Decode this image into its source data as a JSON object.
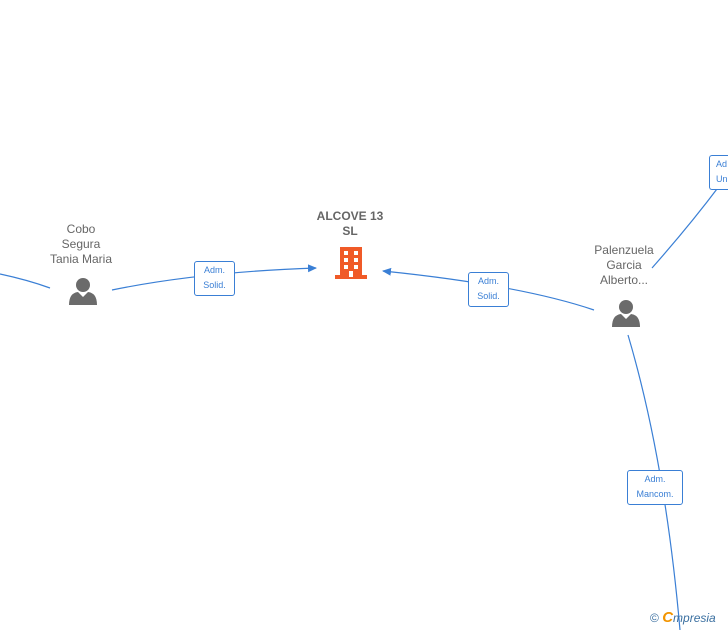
{
  "nodes": {
    "company": {
      "line1": "ALCOVE 13",
      "line2": "SL"
    },
    "person_cobo": {
      "line1": "Cobo",
      "line2": "Segura",
      "line3": "Tania Maria"
    },
    "person_palenzuela": {
      "line1": "Palenzuela",
      "line2": "Garcia",
      "line3": "Alberto..."
    }
  },
  "edges": {
    "cobo_to_company": {
      "line1": "Adm.",
      "line2": "Solid."
    },
    "palenzuela_to_company": {
      "line1": "Adm.",
      "line2": "Solid."
    },
    "palenzuela_down": {
      "line1": "Adm.",
      "line2": "Mancom."
    },
    "palenzuela_up": {
      "line1": "Ad",
      "line2": "Un"
    }
  },
  "watermark": {
    "copyright": "©",
    "brand_initial": "C",
    "brand_rest": "mpresia"
  },
  "colors": {
    "edge": "#3a7fd5",
    "company_icon": "#f05a28",
    "person_icon": "#6b6b6b"
  }
}
